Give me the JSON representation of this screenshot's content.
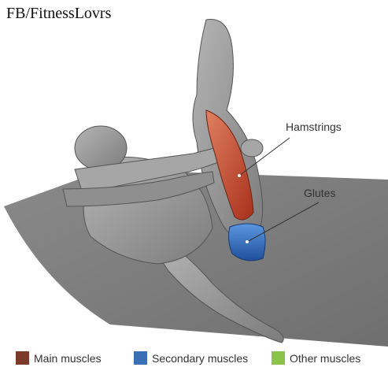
{
  "watermark": "FB/FitnessLovrs",
  "labels": {
    "hamstrings": "Hamstrings",
    "glutes": "Glutes"
  },
  "legend": [
    {
      "text": "Main muscles",
      "color": "#7b3a2a"
    },
    {
      "text": "Secondary muscles",
      "color": "#3a6fb5"
    },
    {
      "text": "Other muscles",
      "color": "#8bc34a"
    }
  ],
  "colors": {
    "mat": "#7a7a7a",
    "body": "#9a9a9a",
    "main_muscle": "#c0462e",
    "secondary_muscle": "#2f6cc0"
  }
}
